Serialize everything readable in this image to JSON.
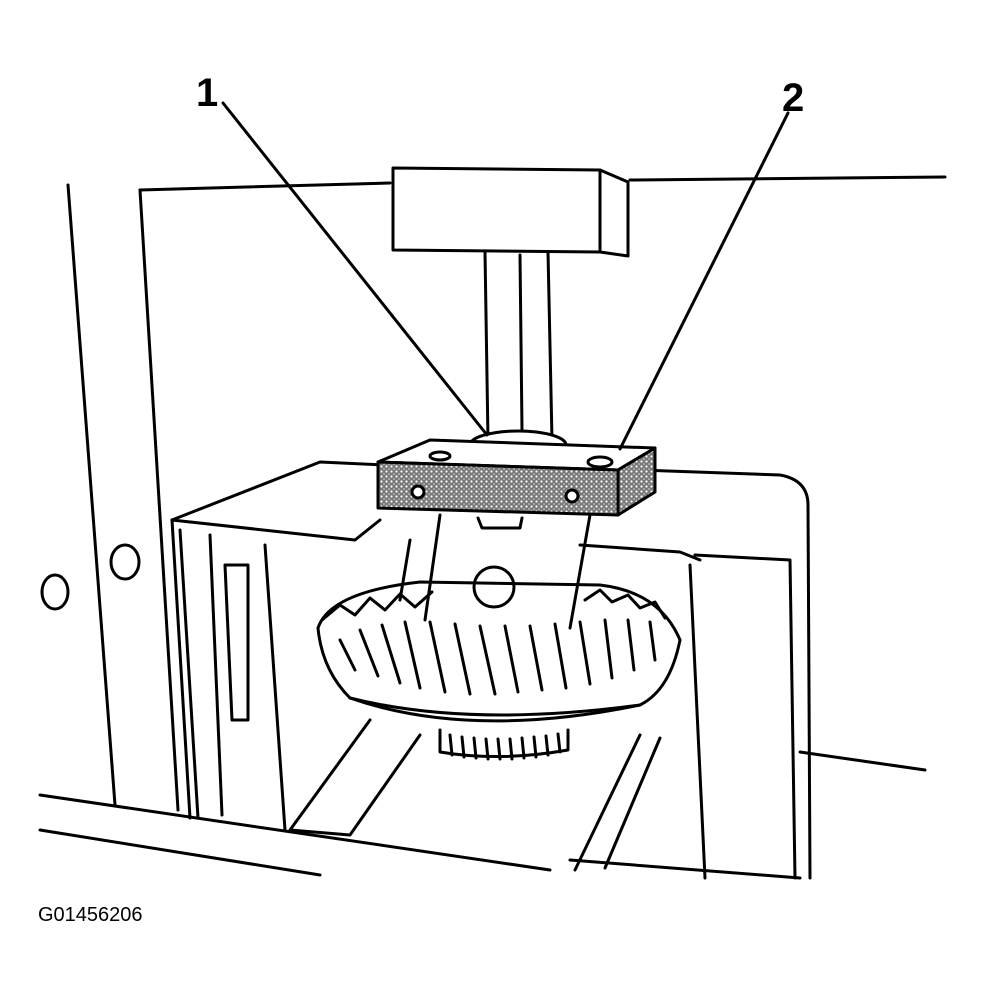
{
  "callouts": [
    {
      "label": "1"
    },
    {
      "label": "2"
    }
  ],
  "figure_id": "G01456206",
  "colors": {
    "ink": "#000000",
    "paper": "#ffffff",
    "stipple": "#555555"
  }
}
